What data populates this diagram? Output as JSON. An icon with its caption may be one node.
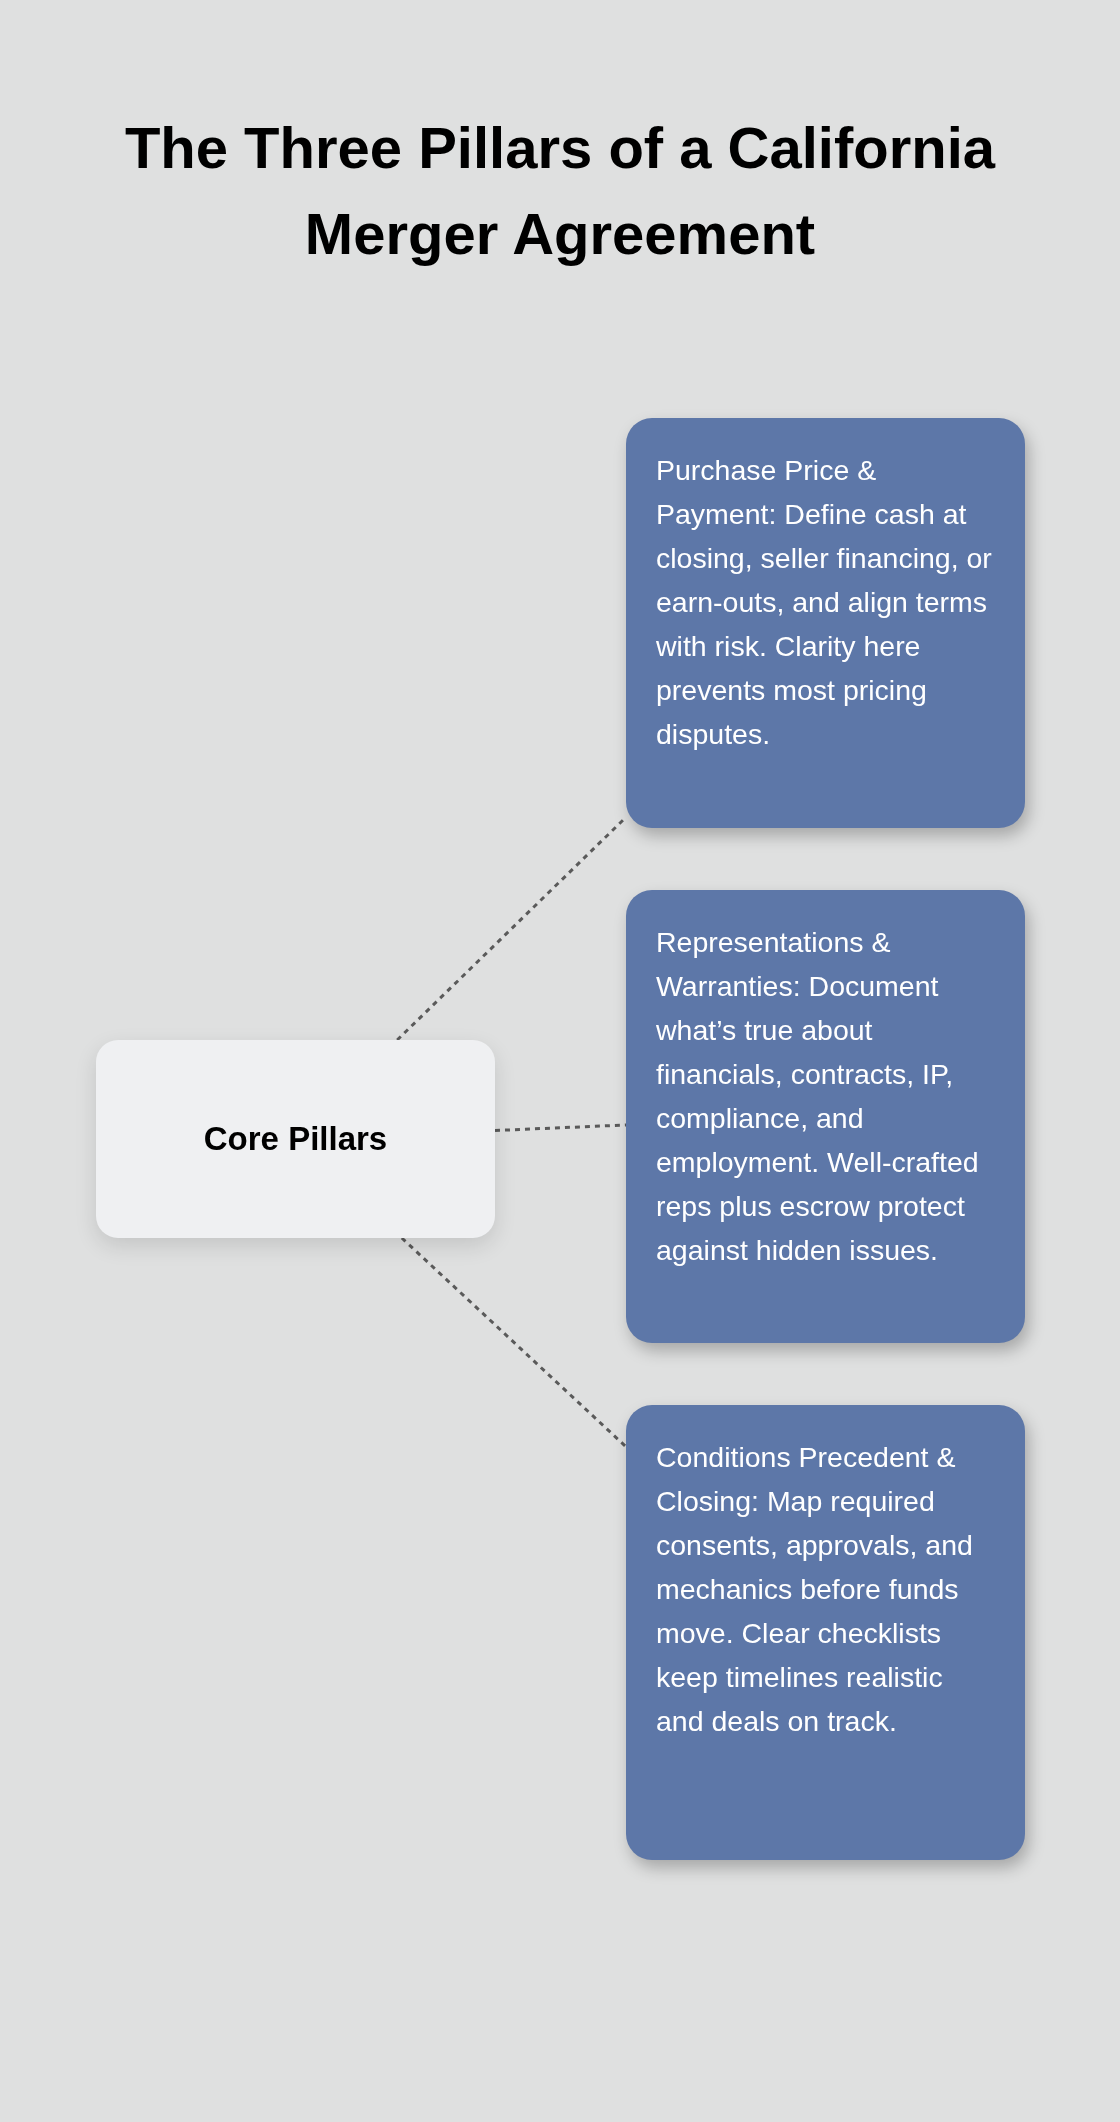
{
  "diagram": {
    "title": "The Three Pillars of a California Merger Agreement",
    "nodes": [
      {
        "text": [
          "Core Pillars"
        ]
      },
      {
        "text": [
          "Purchase Price & Payment: Define cash at closing, seller financing, or earn-outs, and align terms with risk. Clarity here prevents most pricing disputes."
        ]
      },
      {
        "text": [
          "Representations & Warranties: Document what’s true about financials, contracts, IP, compliance, and employment. Well-crafted reps plus escrow protect against hidden issues."
        ]
      },
      {
        "text": [
          "Conditions Precedent & Closing: Map required consents, approvals, and mechanics before funds move. Clear checklists keep timelines realistic and deals on track."
        ]
      }
    ],
    "edges": [
      {
        "from": 0,
        "to": 1,
        "arrow": "none",
        "style": "dashed"
      },
      {
        "from": 0,
        "to": 2,
        "arrow": "none",
        "style": "dashed"
      },
      {
        "from": 0,
        "to": 3,
        "arrow": "none",
        "style": "dashed"
      }
    ]
  }
}
